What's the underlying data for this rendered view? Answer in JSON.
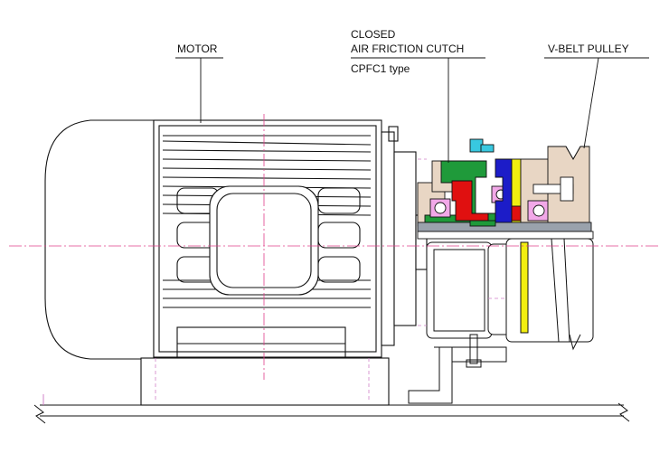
{
  "labels": {
    "motor": "MOTOR",
    "clutch_line1": "CLOSED",
    "clutch_line2": "AIR FRICTION CUTCH",
    "clutch_type": "CPFC1  type",
    "pulley": "V-BELT PULLEY"
  },
  "colors": {
    "outline": "#111111",
    "centerline": "#e0408a",
    "hidden_line": "#d080c8",
    "clutch_green": "#1f9a3a",
    "clutch_red": "#e01010",
    "clutch_blue": "#1c1cc8",
    "clutch_yellow": "#f2ee10",
    "bearing_pink": "#f2a8e8",
    "housing_tan": "#e8d6c4",
    "shaft_gray": "#9aa2ac",
    "fitting_cyan": "#38c8e0"
  }
}
